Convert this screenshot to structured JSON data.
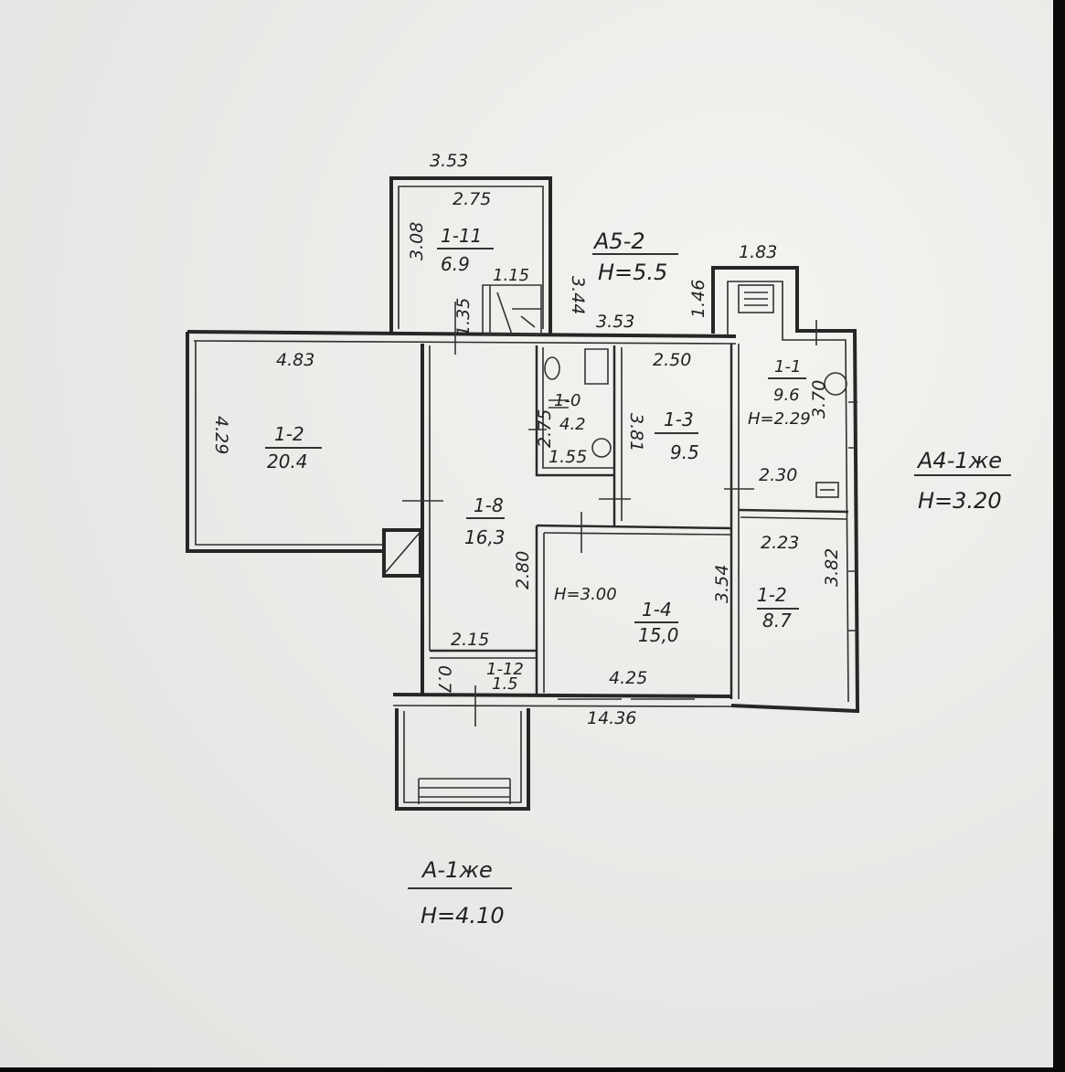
{
  "blocks": {
    "a5": {
      "title": "A5-2",
      "height": "H=5.5"
    },
    "a4": {
      "title": "A4-1же",
      "height": "H=3.20"
    },
    "a": {
      "title": "A-1же",
      "height": "H=4.10"
    }
  },
  "rooms": {
    "r1_11": {
      "id": "1-11",
      "area": "6.9"
    },
    "r1_2_west": {
      "id": "1-2",
      "area": "20.4"
    },
    "r1_8": {
      "id": "1-8",
      "area": "16,3"
    },
    "r1_10": {
      "id": "1-0",
      "area": "4.2"
    },
    "r1_3": {
      "id": "1-3",
      "area": "9.5"
    },
    "r1_1": {
      "id": "1-1",
      "area": "9.6",
      "height": "H=2.29"
    },
    "r1_2_east": {
      "id": "1-2",
      "area": "8.7"
    },
    "r1_4": {
      "id": "1-4",
      "area": "15,0",
      "height": "H=3.00"
    },
    "r1_12": {
      "id": "1-12",
      "area": "1.5"
    }
  },
  "labels": {
    "annex_outer_width": "3.53",
    "annex_inner_width": "2.75",
    "annex_left_height": "3.08",
    "annex_right_height": "3.44",
    "annex_stair_depth": "1.35",
    "annex_stair_width": "1.15",
    "corridor_width_top": "3.53",
    "tower_width": "1.83",
    "tower_height": "1.46",
    "room_west_width": "4.83",
    "room_west_height": "4.29",
    "corridor_length": "2.80",
    "corridor_bottom_width": "2.15",
    "bathroom_depth": "2.75",
    "bathroom_width": "1.55",
    "room_1_3_width": "2.50",
    "room_1_3_height": "3.81",
    "room_1_1_length": "3.70",
    "room_1_1_width": "2.30",
    "room_east_width": "2.23",
    "room_east_height": "3.82",
    "room_1_4_height_dim": "3.54",
    "room_1_4_width": "4.25",
    "room_1_12_depth": "0.7",
    "total_length": "14.36"
  }
}
